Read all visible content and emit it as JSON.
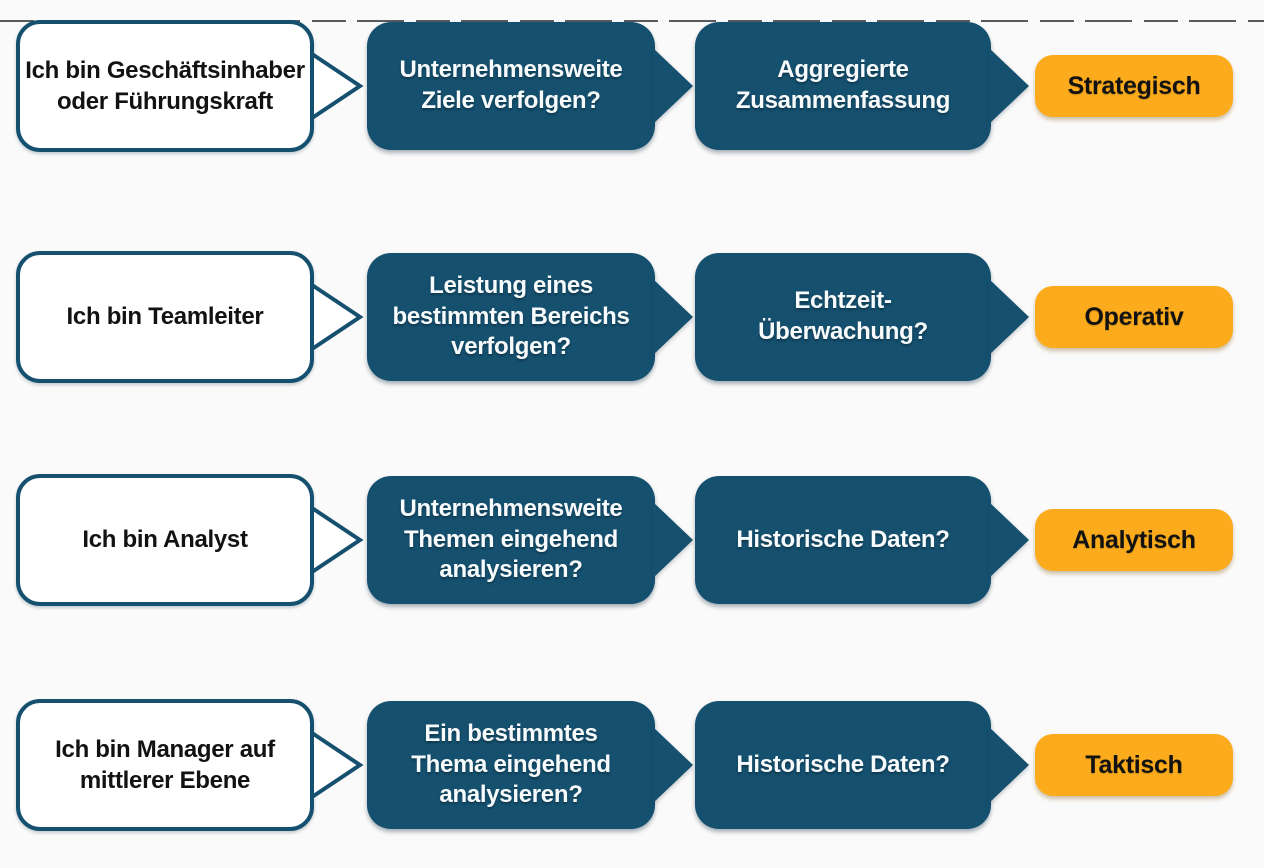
{
  "diagram": {
    "background": "#fbfafa",
    "colors": {
      "primary_dark_blue": "#15506f",
      "accent_orange": "#fbab1b",
      "persona_box_bg": "#ffffff",
      "persona_box_border": "#15506f",
      "text_on_dark": "#f8fbfc",
      "text_on_light": "#121212"
    },
    "icons": {
      "persona_arrow": "chevron-right-icon",
      "question_arrow": "arrow-tip-icon"
    },
    "rows": [
      {
        "persona": "Ich bin Geschäftsinhaber oder Führungskraft",
        "question1": "Unternehmensweite Ziele verfolgen?",
        "question2": "Aggregierte Zusammenfassung",
        "result": "Strategisch"
      },
      {
        "persona": "Ich bin Teamleiter",
        "question1": "Leistung eines bestimmten Bereichs verfolgen?",
        "question2": "Echtzeit-Überwachung?",
        "result": "Operativ"
      },
      {
        "persona": "Ich bin Analyst",
        "question1": "Unternehmensweite Themen eingehend analysieren?",
        "question2": "Historische Daten?",
        "result": "Analytisch"
      },
      {
        "persona": "Ich bin Manager auf mittlerer Ebene",
        "question1": "Ein bestimmtes Thema eingehend analysieren?",
        "question2": "Historische Daten?",
        "result": "Taktisch"
      }
    ]
  }
}
